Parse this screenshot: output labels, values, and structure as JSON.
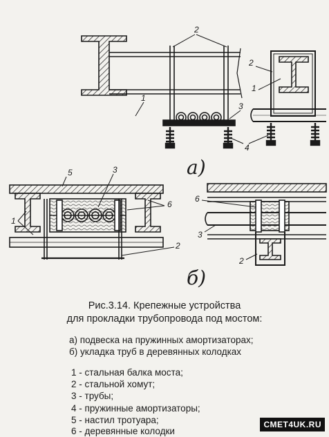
{
  "labels": {
    "n1": "1",
    "n2": "2",
    "n3": "3",
    "n4": "4",
    "n5": "5",
    "n6": "6",
    "panel_a": "а)",
    "panel_b": "б)"
  },
  "caption": {
    "title_line1": "Рис.3.14. Крепежные устройства",
    "title_line2": "для прокладки трубопровода под мостом:",
    "sub_a": "а) подвеска на пружинных амортизаторах;",
    "sub_b": "б) укладка труб в деревянных колодках"
  },
  "legend": [
    "1 - стальная балка моста;",
    "2 - стальной хомут;",
    "3 - трубы;",
    "4 - пружинные амортизаторы;",
    "5 - настил тротуара;",
    "6 - деревянные колодки"
  ],
  "watermark": "СМЕТ4UK.RU"
}
